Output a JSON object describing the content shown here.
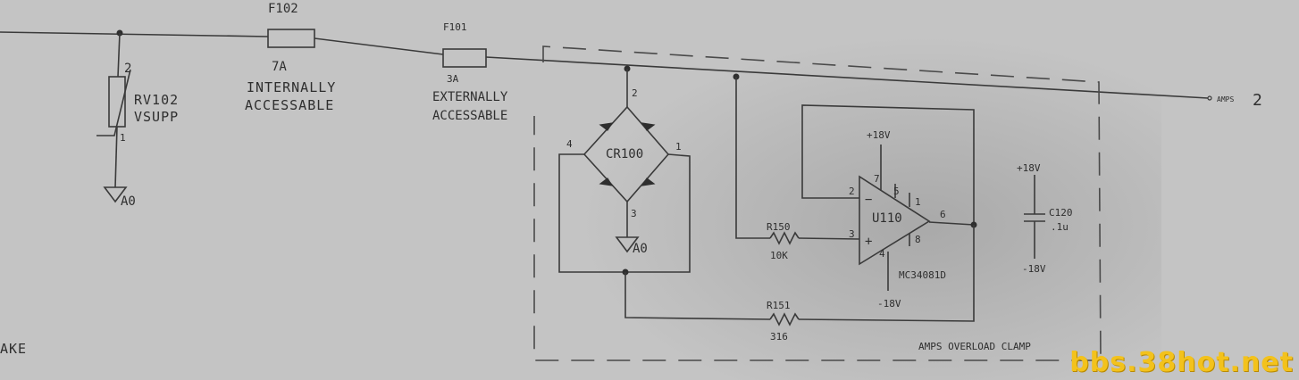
{
  "fuses": {
    "f102": {
      "ref": "F102",
      "rating": "7A",
      "note1": "INTERNALLY",
      "note2": "ACCESSABLE"
    },
    "f101": {
      "ref": "F101",
      "rating": "3A",
      "note1": "EXTERNALLY",
      "note2": "ACCESSABLE"
    }
  },
  "varistor": {
    "ref": "RV102",
    "name": "VSUPP",
    "pin_top": "2",
    "pin_bottom": "1",
    "ground": "A0"
  },
  "bridge": {
    "ref": "CR100",
    "pin_top": "2",
    "pin_left": "4",
    "pin_right": "1",
    "pin_bottom": "3",
    "ground": "A0"
  },
  "r150": {
    "ref": "R150",
    "value": "10K"
  },
  "r151": {
    "ref": "R151",
    "value": "316"
  },
  "opamp": {
    "ref": "U110",
    "part": "MC34081D",
    "pin_inv": "2",
    "pin_noninv": "3",
    "pin_out": "6",
    "pin_vpos": "7",
    "pin_5": "5",
    "pin_1": "1",
    "pin_8": "8",
    "pin_vneg": "4",
    "vpos": "+18V",
    "vneg": "-18V",
    "sym_minus": "−",
    "sym_plus": "+"
  },
  "cap": {
    "ref": "C120",
    "value": ".1u",
    "vpos": "+18V",
    "vneg": "-18V"
  },
  "output": {
    "net": "AMPS",
    "pin": "2"
  },
  "block_title": "AMPS OVERLOAD CLAMP",
  "edge_fragment": "AKE",
  "watermark": "bbs.38hot.net",
  "colors": {
    "paper": "#bdbdbd",
    "ink": "#2e2e2e",
    "watermark": "#f3c21c"
  }
}
